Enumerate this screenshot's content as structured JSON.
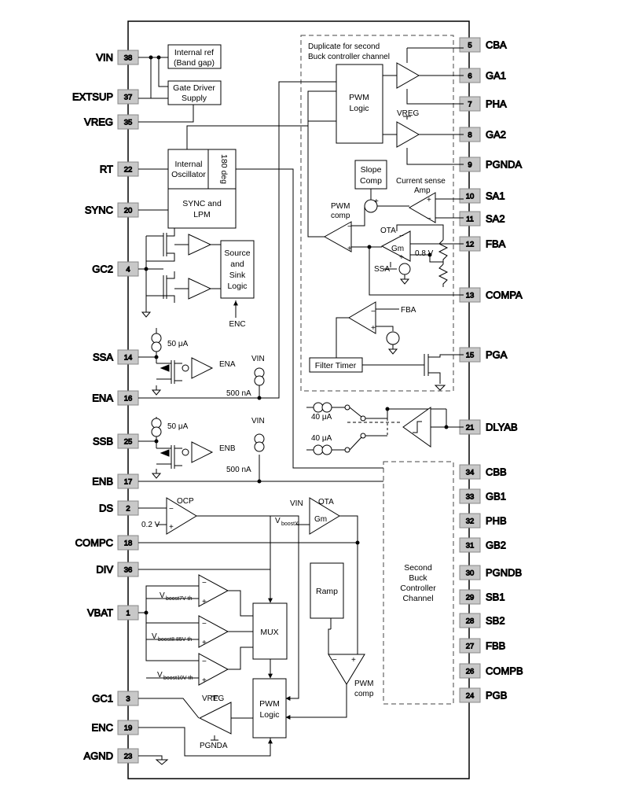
{
  "pins_left": [
    {
      "name": "VIN",
      "num": "38"
    },
    {
      "name": "EXTSUP",
      "num": "37"
    },
    {
      "name": "VREG",
      "num": "35"
    },
    {
      "name": "RT",
      "num": "22"
    },
    {
      "name": "SYNC",
      "num": "20"
    },
    {
      "name": "GC2",
      "num": "4"
    },
    {
      "name": "SSA",
      "num": "14"
    },
    {
      "name": "ENA",
      "num": "16"
    },
    {
      "name": "SSB",
      "num": "25"
    },
    {
      "name": "ENB",
      "num": "17"
    },
    {
      "name": "DS",
      "num": "2"
    },
    {
      "name": "COMPC",
      "num": "18"
    },
    {
      "name": "DIV",
      "num": "36"
    },
    {
      "name": "VBAT",
      "num": "1"
    },
    {
      "name": "GC1",
      "num": "3"
    },
    {
      "name": "ENC",
      "num": "19"
    },
    {
      "name": "AGND",
      "num": "23"
    }
  ],
  "pins_right": [
    {
      "name": "CBA",
      "num": "5"
    },
    {
      "name": "GA1",
      "num": "6"
    },
    {
      "name": "PHA",
      "num": "7"
    },
    {
      "name": "GA2",
      "num": "8"
    },
    {
      "name": "PGNDA",
      "num": "9"
    },
    {
      "name": "SA1",
      "num": "10"
    },
    {
      "name": "SA2",
      "num": "11"
    },
    {
      "name": "FBA",
      "num": "12"
    },
    {
      "name": "COMPA",
      "num": "13"
    },
    {
      "name": "PGA",
      "num": "15"
    },
    {
      "name": "DLYAB",
      "num": "21"
    },
    {
      "name": "CBB",
      "num": "34"
    },
    {
      "name": "GB1",
      "num": "33"
    },
    {
      "name": "PHB",
      "num": "32"
    },
    {
      "name": "GB2",
      "num": "31"
    },
    {
      "name": "PGNDB",
      "num": "30"
    },
    {
      "name": "SB1",
      "num": "29"
    },
    {
      "name": "SB2",
      "num": "28"
    },
    {
      "name": "FBB",
      "num": "27"
    },
    {
      "name": "COMPB",
      "num": "26"
    },
    {
      "name": "PGB",
      "num": "24"
    }
  ],
  "blocks": {
    "internal_ref": [
      "Internal ref",
      "(Band gap)"
    ],
    "gate_driver": [
      "Gate Driver",
      "Supply"
    ],
    "internal_osc": [
      "Internal",
      "Oscillator"
    ],
    "deg180": "180 deg",
    "sync_lpm": [
      "SYNC and",
      "LPM"
    ],
    "source_sink": [
      "Source",
      "and",
      "Sink",
      "Logic"
    ],
    "enc_label": "ENC",
    "pwm_logic_top": [
      "PWM",
      "Logic"
    ],
    "slope_comp": [
      "Slope",
      "Comp"
    ],
    "filter_timer": "Filter Timer",
    "mux": "MUX",
    "ramp": "Ramp",
    "pwm_logic_bottom": [
      "PWM",
      "Logic"
    ],
    "second_buck": [
      "Second",
      "Buck",
      "Controller",
      "Channel"
    ]
  },
  "labels": {
    "duplicate_note": [
      "Duplicate for second",
      "Buck controller channel"
    ],
    "vreg_top": "VREG",
    "current_sense": [
      "Current sense",
      "Amp"
    ],
    "pwm_comp_top": [
      "PWM",
      "comp"
    ],
    "ota_top": "OTA",
    "gm_top": "Gm",
    "v08": "0.8 V",
    "ssa_in": "SSA",
    "fba_in": "FBA",
    "i50a": "50 μA",
    "ena_in": "ENA",
    "vin_a": "VIN",
    "i500a": "500 nA",
    "i50b": "50 μA",
    "enb_in": "ENB",
    "vin_b": "VIN",
    "i500b": "500 nA",
    "i40a": "40 μA",
    "i40b": "40 μA",
    "ocp": "OCP",
    "v02": "0.2 V",
    "vin_ota": "VIN",
    "ota_bottom": "OTA",
    "gm_bottom": "Gm",
    "vboostx_main": "V",
    "vboostx_sub": "boostX",
    "vboost7_main": "V",
    "vboost7_sub": "boost7V-th",
    "vboost885_main": "V",
    "vboost885_sub": "boost8.85V-th",
    "vboost10_main": "V",
    "vboost10_sub": "boost10V-th",
    "pwm_comp_bottom": [
      "PWM",
      "comp"
    ],
    "vreg_bottom": "VREG",
    "pgnda_bottom": "PGNDA"
  },
  "signs": {
    "minus": "−",
    "plus": "+"
  }
}
